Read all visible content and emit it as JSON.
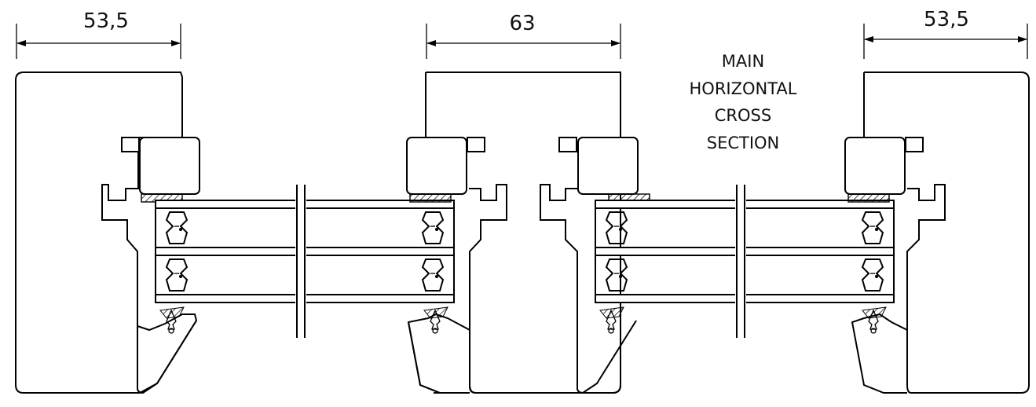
{
  "dimensions": {
    "left_width": "53,5",
    "middle_width": "63",
    "right_width": "53,5"
  },
  "note": {
    "line1": "MAIN",
    "line2": "HORIZONTAL",
    "line3": "CROSS",
    "line4": "SECTION"
  }
}
